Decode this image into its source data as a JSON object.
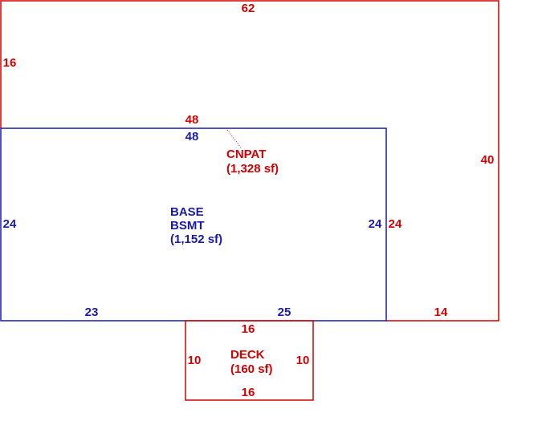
{
  "colors": {
    "red": "#d40000",
    "blue": "#1a1aaa",
    "background": "#ffffff"
  },
  "carport": {
    "name": "CNPAT",
    "area": "(1,328 sf)",
    "dims": {
      "top": "62",
      "left": "16",
      "right": "40",
      "inner_top": "48",
      "inner_right": "24",
      "bottom_right": "14"
    }
  },
  "base": {
    "name_line1": "BASE",
    "name_line2": "BSMT",
    "area": "(1,152 sf)",
    "dims": {
      "top": "48",
      "left": "24",
      "right": "24",
      "bottom_left": "23",
      "bottom_right": "25"
    }
  },
  "deck": {
    "name": "DECK",
    "area": "(160 sf)",
    "dims": {
      "top": "16",
      "bottom": "16",
      "left": "10",
      "right": "10"
    }
  }
}
